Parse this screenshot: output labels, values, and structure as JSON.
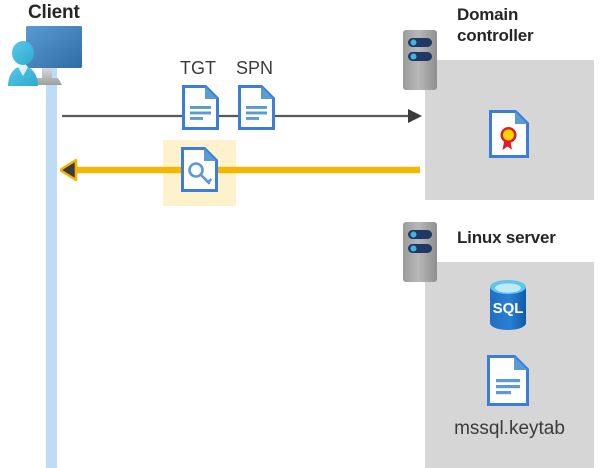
{
  "diagram": {
    "title_client": "Client",
    "actors": [
      {
        "id": "client",
        "label": "Client",
        "icon": "user-monitor-icon"
      },
      {
        "id": "domain-controller",
        "label": "Domain controller",
        "icon": "server-icon"
      },
      {
        "id": "linux-server",
        "label": "Linux server",
        "icon": "server-icon"
      }
    ],
    "messages": [
      {
        "id": "request",
        "direction": "right",
        "color": "#595959",
        "artifacts": [
          "TGT",
          "SPN"
        ]
      },
      {
        "id": "response",
        "direction": "left",
        "color": "#f2b705",
        "highlighted": true,
        "artifacts": [
          "service-ticket"
        ]
      }
    ],
    "artifact_labels": {
      "tgt": "TGT",
      "spn": "SPN"
    },
    "domain_controller": {
      "title": "Domain controller",
      "contents": [
        {
          "icon": "certificate-document-icon",
          "label": ""
        }
      ]
    },
    "linux_server": {
      "title": "Linux server",
      "contents": [
        {
          "icon": "sql-database-icon",
          "label": "SQL"
        },
        {
          "icon": "document-icon",
          "label": "mssql.keytab"
        }
      ],
      "sql_text": "SQL",
      "keytab_filename": "mssql.keytab"
    },
    "colors": {
      "panel_bg": "#d6d6d6",
      "lifeline": "#bfdcf7",
      "highlight": "#fdf2cc",
      "arrow_gray": "#595959",
      "arrow_yellow": "#f2b705",
      "doc_blue": "#3b7dd8",
      "sql_blue": "#1b6ec2",
      "title_color": "#262626",
      "server_body": "#a6a6a6",
      "server_pill": "#1f3864",
      "server_dot": "#41b6e6"
    }
  }
}
